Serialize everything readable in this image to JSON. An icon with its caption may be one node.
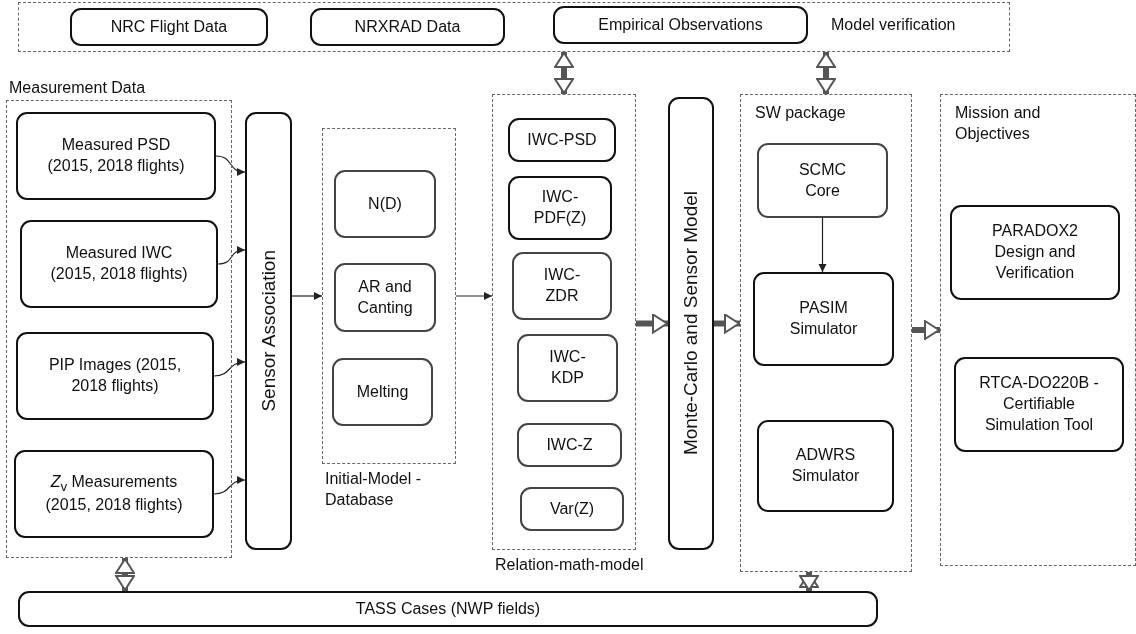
{
  "diagram": {
    "nodes": [
      {
        "text": [
          "Model verification"
        ]
      },
      {
        "text": [
          "NRC Flight Data"
        ],
        "in": 0
      },
      {
        "text": [
          "NRXRAD Data"
        ],
        "in": 0
      },
      {
        "text": [
          "Empirical Observations"
        ],
        "in": 0
      },
      {
        "text": [
          "Measurement Data"
        ]
      },
      {
        "text": [
          "Measured PSD (2015, 2018 flights)"
        ],
        "in": 4
      },
      {
        "text": [
          "Measured IWC (2015, 2018 flights)"
        ],
        "in": 4
      },
      {
        "text": [
          "PIP Images (2015, 2018 flights)"
        ],
        "in": 4
      },
      {
        "text": [
          "*Z*$_{v}$ Measurements (2015, 2018 flights)"
        ],
        "in": 4
      },
      {
        "text": [
          "Sensor Association"
        ]
      },
      {
        "text": [
          "Initial-Model -Database"
        ]
      },
      {
        "text": [
          "N(D)"
        ],
        "in": 10
      },
      {
        "text": [
          "AR and Canting"
        ],
        "in": 10
      },
      {
        "text": [
          "Melting"
        ],
        "in": 10
      },
      {
        "text": [
          "Relation-math-model"
        ]
      },
      {
        "text": [
          "IWC-PSD"
        ],
        "in": 14
      },
      {
        "text": [
          "IWC- PDF(Z)"
        ],
        "in": 14
      },
      {
        "text": [
          "IWC- ZDR"
        ],
        "in": 14
      },
      {
        "text": [
          "IWC- KDP"
        ],
        "in": 14
      },
      {
        "text": [
          "IWC-Z"
        ],
        "in": 14
      },
      {
        "text": [
          "Var(Z)"
        ],
        "in": 14
      },
      {
        "text": [
          "Monte-Carlo and Sensor Model"
        ]
      },
      {
        "text": [
          "SW package"
        ]
      },
      {
        "text": [
          "SCMC Core"
        ],
        "in": 22
      },
      {
        "text": [
          "PASIM Simulator"
        ],
        "in": 22
      },
      {
        "text": [
          "ADWRS Simulator"
        ],
        "in": 22
      },
      {
        "text": [
          "Mission and Objectives"
        ]
      },
      {
        "text": [
          "PARADOX2 Design and Verification"
        ],
        "in": 26
      },
      {
        "text": [
          "RTCA-DO220B -Certifiable Simulation Tool"
        ],
        "in": 26
      },
      {
        "text": [
          "TASS Cases (NWP fields)"
        ]
      }
    ],
    "edges": [
      {
        "from": 5,
        "to": 9,
        "arrow": "to"
      },
      {
        "from": 6,
        "to": 9,
        "arrow": "to"
      },
      {
        "from": 7,
        "to": 9,
        "arrow": "to"
      },
      {
        "from": 8,
        "to": 9,
        "arrow": "to"
      },
      {
        "from": 9,
        "to": 10,
        "arrow": "to"
      },
      {
        "from": 10,
        "to": 14,
        "arrow": "to"
      },
      {
        "from": 14,
        "to": 21,
        "arrow": "to",
        "style": "thick"
      },
      {
        "from": 21,
        "to": 22,
        "arrow": "to",
        "style": "thick"
      },
      {
        "from": 22,
        "to": 26,
        "arrow": "to",
        "style": "thick"
      },
      {
        "from": 23,
        "to": 24,
        "arrow": "to"
      },
      {
        "from": 0,
        "to": 14,
        "arrow": "both",
        "style": "thick"
      },
      {
        "from": 0,
        "to": 22,
        "arrow": "both",
        "style": "thick"
      },
      {
        "from": 4,
        "to": 29,
        "arrow": "both",
        "style": "thick"
      },
      {
        "from": 22,
        "to": 29,
        "arrow": "both",
        "style": "thick"
      }
    ]
  }
}
